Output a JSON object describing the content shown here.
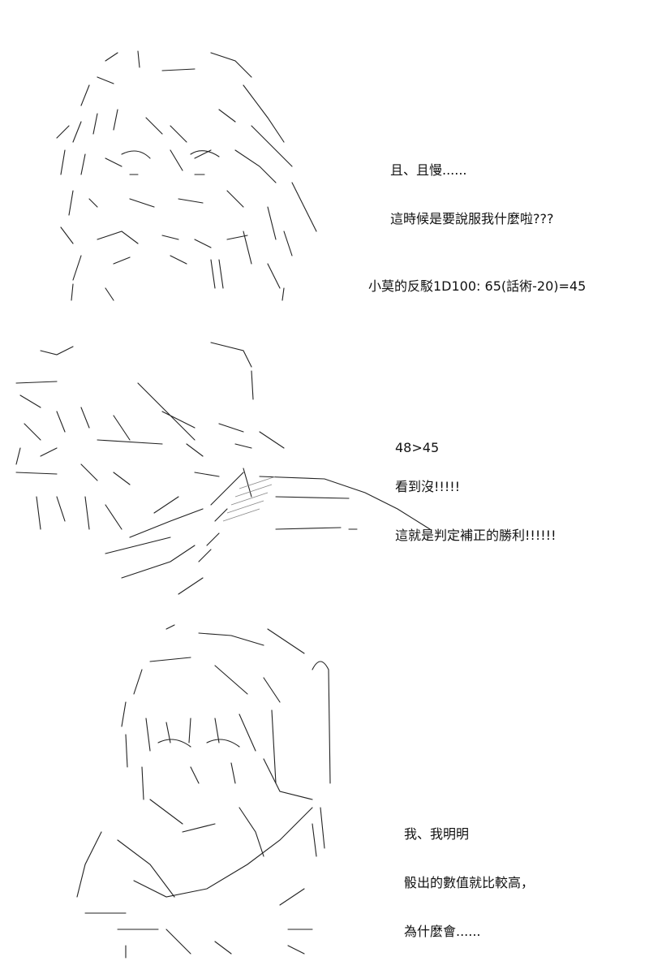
{
  "panels": [
    {
      "lines_a": [
        "且、且慢......",
        "這時候是要說服我什麼啦???"
      ],
      "lines_b": [
        "小莫的反駁1D100: 65(話術-20)=45"
      ]
    },
    {
      "lines_a": [
        "48>45"
      ],
      "lines_b": [
        "看到沒!!!!!",
        "這就是判定補正的勝利!!!!!!"
      ]
    },
    {
      "lines_a": [
        "我、我明明",
        "骰出的數值就比較高，",
        "為什麼會......"
      ]
    }
  ],
  "colors": {
    "background": "#ffffff",
    "ink": "#111111"
  }
}
